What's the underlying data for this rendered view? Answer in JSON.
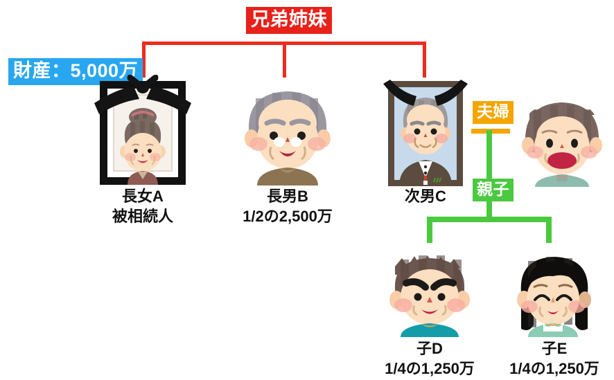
{
  "diagram": {
    "title_labels": {
      "siblings": "兄弟姉妹",
      "assets": "財産：5,000万",
      "couple": "夫婦",
      "parent_child": "親子"
    },
    "people": [
      {
        "id": "chojo-a",
        "name": "長女A",
        "role": "被相続人",
        "share": "",
        "icon": "memorial-portrait-elderly-woman-icon"
      },
      {
        "id": "chonan-b",
        "name": "長男B",
        "role": "",
        "share": "1/2の2,500万",
        "icon": "elderly-man-icon"
      },
      {
        "id": "jinan-c",
        "name": "次男C",
        "role": "",
        "share": "",
        "icon": "memorial-portrait-elderly-man-icon"
      },
      {
        "id": "spouse-c",
        "name": "",
        "role": "",
        "share": "",
        "icon": "middle-aged-woman-icon"
      },
      {
        "id": "ko-d",
        "name": "子D",
        "role": "",
        "share": "1/4の1,250万",
        "icon": "young-man-icon"
      },
      {
        "id": "ko-e",
        "name": "子E",
        "role": "",
        "share": "1/4の1,250万",
        "icon": "young-woman-icon"
      }
    ],
    "colors": {
      "siblings_line": "#EE2B20",
      "siblings_chip": "#E8221A",
      "assets_chip": "#28A7F0",
      "couple_chip": "#F5A500",
      "parent_child_chip": "#4BC93F",
      "caption_text": "#111111"
    }
  }
}
